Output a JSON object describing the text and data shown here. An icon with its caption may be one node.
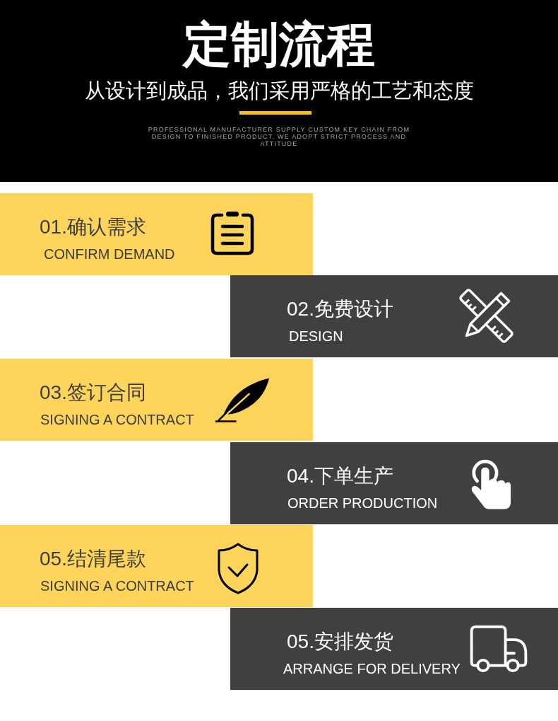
{
  "diagram": {
    "title": "定制流程",
    "labels": [
      "从设计到成品，我们采用严格的工艺和态度",
      "PROFESSIONAL MANUFACTURER SUPPLY CUSTOM KEY CHAIN FROM DESIGN TO FINISHED PRODUCT, WE ADOPT STRICT PROCESS AND ATTITUDE"
    ],
    "nodes": [
      {
        "text": [
          "01.确认需求",
          "CONFIRM DEMAND"
        ]
      },
      {
        "text": [
          "02.免费设计",
          "DESIGN"
        ]
      },
      {
        "text": [
          "03.签订合同",
          "SIGNING A CONTRACT"
        ]
      },
      {
        "text": [
          "04.下单生产",
          "ORDER PRODUCTION"
        ]
      },
      {
        "text": [
          "05.结清尾款",
          "SIGNING A CONTRACT"
        ]
      },
      {
        "text": [
          "05.安排发货",
          "ARRANGE FOR DELIVERY"
        ]
      }
    ]
  }
}
